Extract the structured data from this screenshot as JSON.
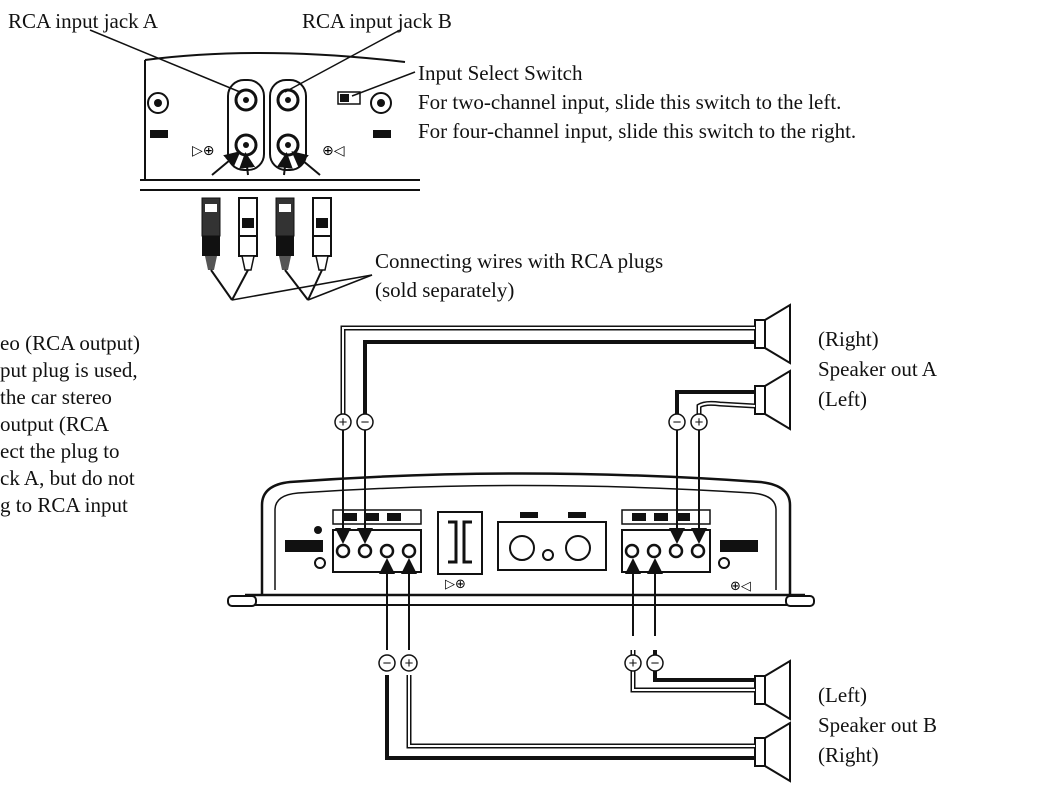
{
  "labels": {
    "rca_jack_a": "RCA input jack A",
    "rca_jack_b": "RCA input jack B",
    "input_select_title": "Input Select Switch",
    "input_select_two": "For two-channel input, slide this switch to the left.",
    "input_select_four": "For four-channel input, slide this switch to the right.",
    "rca_wires_1": "Connecting wires with RCA plugs",
    "rca_wires_2": "(sold separately)",
    "right_a": "(Right)",
    "speaker_out_a": "Speaker out A",
    "left_a": "(Left)",
    "left_b": "(Left)",
    "speaker_out_b": "Speaker out B",
    "right_b": "(Right)"
  },
  "note_lines": [
    "eo (RCA output)",
    "put plug is used,",
    "the car stereo",
    "output (RCA",
    "ect the plug to",
    "ck A, but do not",
    "g to RCA input"
  ],
  "symbols": {
    "plus": "+",
    "minus": "−"
  }
}
